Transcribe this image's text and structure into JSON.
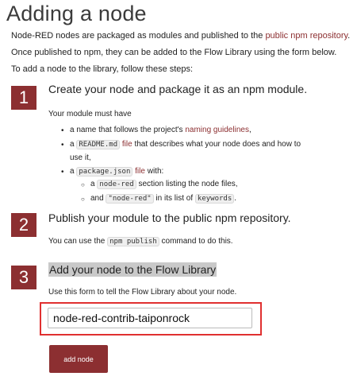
{
  "title": "Adding a node",
  "intro": {
    "line1_pre": "Node-RED nodes are packaged as modules and published to the ",
    "line1_link": "public npm repository",
    "line1_post": ".",
    "line2": "Once published to npm, they can be added to the Flow Library using the form below.",
    "line3": "To add a node to the library, follow these steps:"
  },
  "steps": [
    {
      "number": "1",
      "title": "Create your node and package it as an npm module.",
      "lead": "Your module must have",
      "bullets": {
        "b1_pre": "a name that follows the project's ",
        "b1_link": "naming guidelines",
        "b1_post": ",",
        "b2_pre": "a ",
        "b2_code": "README.md",
        "b2_link": " file",
        "b2_post": " that describes what your node does and how to",
        "b2_cont": "use it,",
        "b3_pre": "a ",
        "b3_code": "package.json",
        "b3_link": " file",
        "b3_post": " with:",
        "s1_pre": "a ",
        "s1_code": "node-red",
        "s1_post": " section listing the node files,",
        "s2_pre": "and ",
        "s2_code": "\"node-red\"",
        "s2_mid": " in its list of ",
        "s2_code2": "keywords",
        "s2_post": "."
      }
    },
    {
      "number": "2",
      "title": "Publish your module to the public npm repository.",
      "text_pre": "You can use the ",
      "text_code": "npm publish",
      "text_post": " command to do this."
    },
    {
      "number": "3",
      "title": "Add your node to the Flow Library",
      "text": "Use this form to tell the Flow Library about your node."
    }
  ],
  "form": {
    "input_value": "node-red-contrib-taiponrock",
    "button_label": "add node"
  },
  "colors": {
    "accent": "#8c2f31",
    "highlight_border": "#e03030"
  }
}
